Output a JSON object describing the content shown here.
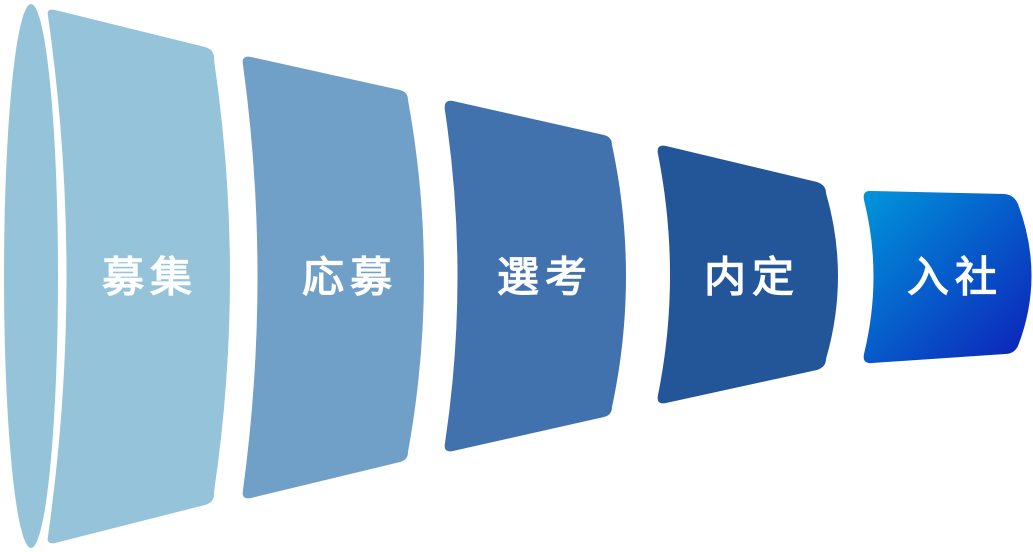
{
  "colors": {
    "stage_1": "#95c4da",
    "stage_2": "#70a0c8",
    "stage_3": "#4272ae",
    "stage_4": "#235599",
    "stage_5_gradient_start": "#0096db",
    "stage_5_gradient_end": "#0d1fb8",
    "mouth_ellipse": "#95c4da",
    "text": "#ffffff"
  },
  "stages": [
    {
      "label": "募集"
    },
    {
      "label": "応募"
    },
    {
      "label": "選考"
    },
    {
      "label": "内定"
    },
    {
      "label": "入社"
    }
  ]
}
